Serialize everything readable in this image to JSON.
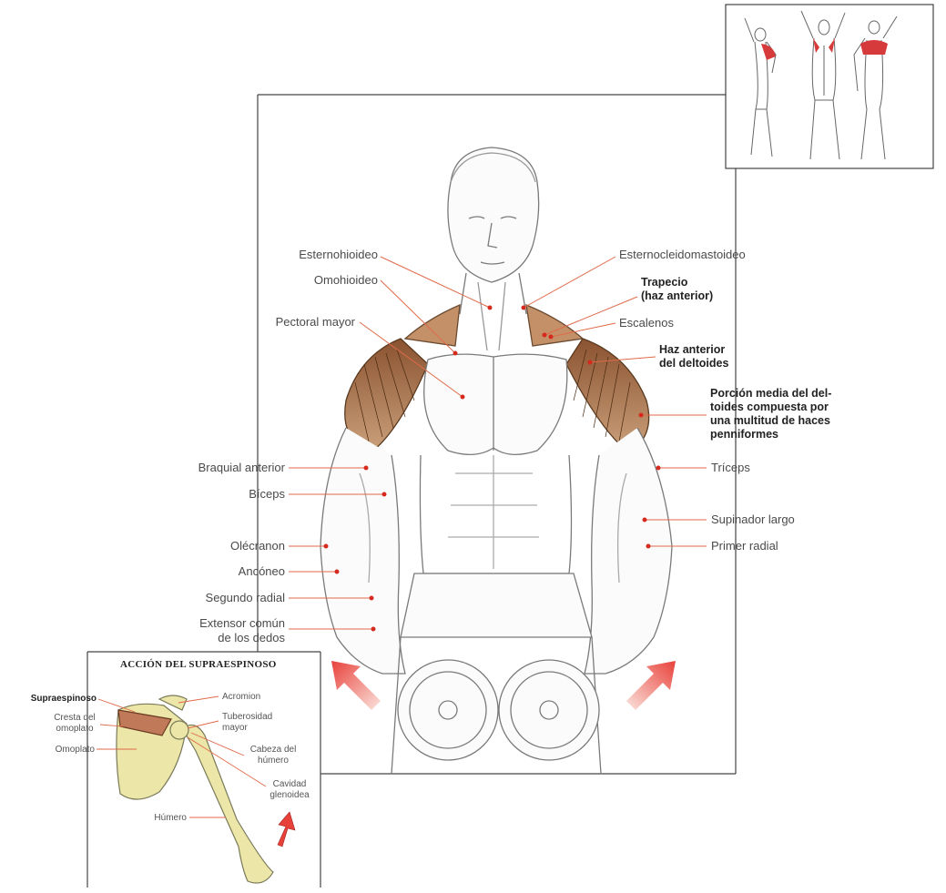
{
  "labels_left": {
    "esternohioideo": "Esternohioideo",
    "omohioideo": "Omohioideo",
    "pectoral_mayor": "Pectoral mayor",
    "braquial_anterior": "Braquial anterior",
    "biceps": "Bíceps",
    "olecranon": "Olécranon",
    "anconeo": "Ancóneo",
    "segundo_radial": "Segundo radial",
    "extensor_line1": "Extensor común",
    "extensor_line2": "de los dedos"
  },
  "labels_right": {
    "esternocleidomastoideo": "Esternocleidomastoideo",
    "trapecio_line1": "Trapecio",
    "trapecio_line2": "(haz anterior)",
    "escalenos": "Escalenos",
    "haz_anterior_line1": "Haz anterior",
    "haz_anterior_line2": "del deltoides",
    "porcion_line1": "Porción media del del-",
    "porcion_line2": "toides compuesta por",
    "porcion_line3": "una multitud de haces",
    "porcion_line4": "penniformes",
    "triceps": "Tríceps",
    "supinador_largo": "Supinador largo",
    "primer_radial": "Primer radial"
  },
  "inset": {
    "title": "ACCIÓN DEL SUPRAESPINOSO",
    "supraespinoso": "Supraespinoso",
    "cresta_line1": "Cresta del",
    "cresta_line2": "omoplato",
    "omoplato": "Omoplato",
    "humero": "Húmero",
    "acromion": "Acromion",
    "tuberosidad_line1": "Tuberosidad",
    "tuberosidad_line2": "mayor",
    "cabeza_line1": "Cabeza del",
    "cabeza_line2": "húmero",
    "cavidad_line1": "Cavidad",
    "cavidad_line2": "glenoidea"
  },
  "colors": {
    "leader_line": "#e06a4a",
    "dot": "#d62a1e",
    "highlight_muscle": "#d63a3a",
    "deltoid_fill": "#b07a4a",
    "arrow_red": "#e8413a",
    "bone_fill": "#ece6a8",
    "frame_line": "#444444",
    "outline": "#7a7a7a"
  }
}
